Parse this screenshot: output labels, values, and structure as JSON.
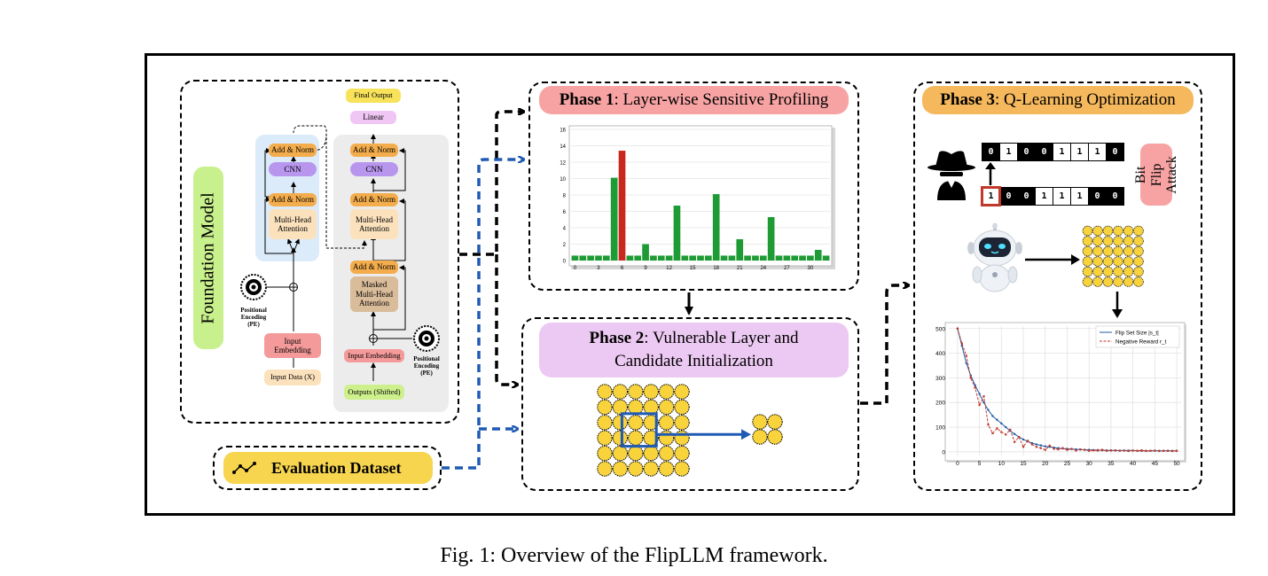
{
  "caption": "Fig. 1: Overview of the FlipLLM framework.",
  "foundation_model": {
    "label": "Foundation Model",
    "encoder": {
      "add_norm_top": "Add & Norm",
      "cnn": "CNN",
      "add_norm_bottom": "Add & Norm",
      "attention": "Multi-Head\nAttention",
      "positional_encoding": "Positional\nEncoding\n(PE)",
      "input_embedding": "Input\nEmbedding",
      "input_data": "Input Data (X)"
    },
    "decoder": {
      "final_output": "Final Output",
      "linear": "Linear",
      "add_norm_top": "Add & Norm",
      "cnn": "CNN",
      "add_norm_mid": "Add & Norm",
      "attention": "Multi-Head\nAttention",
      "add_norm_bottom": "Add & Norm",
      "masked_attention": "Masked\nMulti-Head\nAttention",
      "input_embedding": "Input Embedding",
      "positional_encoding": "Positional\nEncoding\n(PE)",
      "outputs": "Outputs (Shifted)"
    }
  },
  "evaluation_dataset": {
    "label": "Evaluation Dataset",
    "icon": "line-chart-icon"
  },
  "phase1": {
    "title_bold": "Phase 1",
    "title_rest": ": Layer-wise Sensitive Profiling",
    "color": "#f7a3a3",
    "chart_data": {
      "type": "bar",
      "x_ticks": [
        "0",
        "3",
        "6",
        "9",
        "12",
        "15",
        "18",
        "21",
        "24",
        "27",
        "30"
      ],
      "y_ticks": [
        "0",
        "2",
        "4",
        "6",
        "8",
        "10",
        "12",
        "14",
        "16"
      ],
      "ylim": [
        0,
        16
      ],
      "values": [
        0.6,
        0.6,
        0.6,
        0.6,
        0.6,
        10.1,
        13.4,
        0.6,
        0.6,
        2.0,
        0.6,
        0.6,
        0.6,
        6.7,
        0.6,
        0.6,
        0.6,
        0.6,
        8.1,
        0.6,
        0.6,
        2.6,
        0.6,
        0.6,
        0.6,
        5.3,
        0.6,
        0.6,
        0.6,
        0.6,
        0.6,
        1.3,
        0.6
      ],
      "highlight_index": 6,
      "bar_color": "#1e9b35",
      "highlight_color": "#c8281e"
    }
  },
  "phase2": {
    "title_bold": "Phase 2",
    "title_rest_line1": ": Vulnerable Layer and",
    "title_line2": "Candidate Initialization",
    "color": "#ecc9f2"
  },
  "phase3": {
    "title_bold": "Phase 3",
    "title_rest": ": Q-Learning Optimization",
    "color": "#f5b85c",
    "attack_label": "Bit Flip\nAttack",
    "bits_flipped": [
      "0",
      "1",
      "0",
      "0",
      "1",
      "1",
      "1",
      "0"
    ],
    "bits_original": [
      "1",
      "0",
      "0",
      "1",
      "1",
      "1",
      "0",
      "0"
    ],
    "chart_data": {
      "type": "line",
      "x_ticks": [
        "0",
        "5",
        "10",
        "15",
        "20",
        "25",
        "30",
        "35",
        "40",
        "45",
        "50"
      ],
      "y_ticks": [
        "0",
        "100",
        "200",
        "300",
        "400",
        "500"
      ],
      "xlim": [
        -2,
        51
      ],
      "ylim": [
        -15,
        510
      ],
      "series": [
        {
          "name": "Flip Set Size |s_t|",
          "color": "#1f5aa6",
          "x": [
            0,
            1,
            2,
            3,
            4,
            5,
            6,
            7,
            8,
            9,
            10,
            11,
            12,
            13,
            14,
            15,
            16,
            17,
            18,
            19,
            20,
            21,
            22,
            23,
            24,
            25,
            26,
            27,
            28,
            29,
            30,
            31,
            32,
            33,
            34,
            35,
            36,
            37,
            38,
            39,
            40,
            41,
            42,
            43,
            44,
            45,
            46,
            47,
            48,
            49,
            50
          ],
          "y": [
            500,
            430,
            360,
            310,
            270,
            235,
            200,
            170,
            145,
            130,
            115,
            100,
            85,
            72,
            60,
            50,
            42,
            35,
            30,
            26,
            22,
            20,
            17,
            15,
            13,
            12,
            11,
            10,
            9,
            8,
            8,
            7,
            7,
            6,
            6,
            6,
            5,
            5,
            5,
            5,
            5,
            4,
            4,
            4,
            4,
            4,
            4,
            4,
            4,
            4,
            4
          ]
        },
        {
          "name": "Negative Reward r_t",
          "color": "#c0392b",
          "x": [
            0,
            1,
            2,
            3,
            4,
            5,
            6,
            7,
            8,
            9,
            10,
            11,
            12,
            13,
            14,
            15,
            16,
            17,
            18,
            19,
            20,
            21,
            22,
            23,
            24,
            25,
            26,
            27,
            28,
            29,
            30,
            31,
            32,
            33,
            34,
            35,
            36,
            37,
            38,
            39,
            40,
            41,
            42,
            43,
            44,
            45,
            46,
            47,
            48,
            49,
            50
          ],
          "y": [
            500,
            440,
            390,
            300,
            260,
            190,
            225,
            110,
            75,
            95,
            80,
            70,
            90,
            40,
            60,
            20,
            45,
            30,
            20,
            15,
            8,
            25,
            12,
            10,
            15,
            8,
            12,
            5,
            10,
            8,
            4,
            6,
            5,
            8,
            4,
            5,
            6,
            4,
            5,
            3,
            5,
            4,
            6,
            3,
            4,
            5,
            3,
            4,
            4,
            3,
            4
          ]
        }
      ]
    }
  }
}
